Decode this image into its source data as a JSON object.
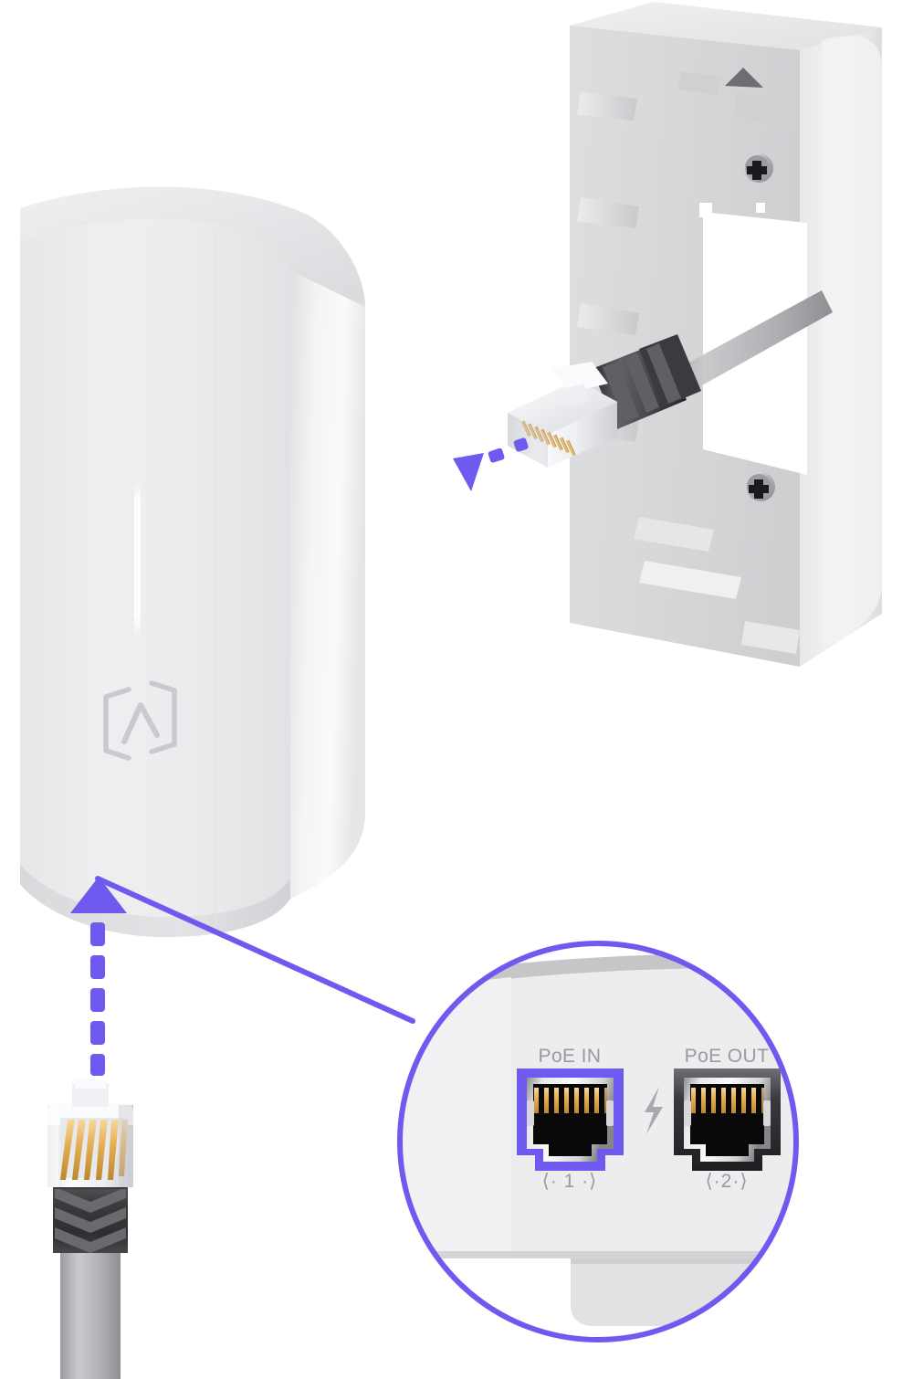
{
  "diagram": {
    "title": "UniFi Access Point Wall-Mount Ethernet Connection",
    "background_color": "#ffffff",
    "accent_color": "#6F5AF0",
    "device_body_color": "#EDEDEF",
    "bracket_color": "#DCDCDE",
    "cable_jacket_color": "#B9BABC",
    "cable_boot_color": "#4A4A4D",
    "connector_body_color": "#F2F3F5",
    "pin_gold_color": "#E0A94A",
    "label_text_color": "#9A9A9F"
  },
  "device": {
    "name": "access-point",
    "logo": {
      "name": "unifi-logo",
      "glyph": "[ Λ ]",
      "color": "#C9CACD"
    }
  },
  "wall_mount": {
    "name": "wall-mount-bracket",
    "orientation_marker": {
      "name": "up-arrow-marker",
      "glyph": "▲"
    },
    "screws": [
      {
        "name": "screw-top",
        "type": "phillips"
      },
      {
        "name": "screw-bottom",
        "type": "phillips"
      }
    ]
  },
  "cables": [
    {
      "name": "ethernet-cable-wall-mount",
      "connector": "RJ45",
      "boot_color": "#3C3C3F"
    },
    {
      "name": "ethernet-cable-poe-in",
      "connector": "RJ45",
      "boot_color": "#4A4A4D"
    }
  ],
  "arrows": [
    {
      "name": "insertion-arrow-wall-mount",
      "style": "dashed",
      "direction": "down-left",
      "color": "#6F5AF0"
    },
    {
      "name": "insertion-arrow-poe-in",
      "style": "dashed",
      "direction": "up",
      "color": "#6F5AF0"
    }
  ],
  "callout": {
    "name": "magnifier-callout",
    "shape": "circle",
    "ring_color": "#6F5AF0",
    "leader_line": {
      "name": "callout-leader-line",
      "color": "#6F5AF0"
    },
    "ports": [
      {
        "name": "poe-in-port",
        "label": "PoE IN",
        "number": "⟨· 1 ·⟩",
        "highlighted": true,
        "bezel_color": "#6F5AF0",
        "pin_count": 8
      },
      {
        "name": "poe-out-port",
        "label": "PoE OUT",
        "number": "⟨·2·⟩",
        "highlighted": false,
        "bezel_color": "#3A3A3D",
        "pin_count": 8
      }
    ],
    "power_icon": {
      "name": "lightning-bolt-icon",
      "glyph": "⚡",
      "color": "#A8A8AD"
    }
  }
}
